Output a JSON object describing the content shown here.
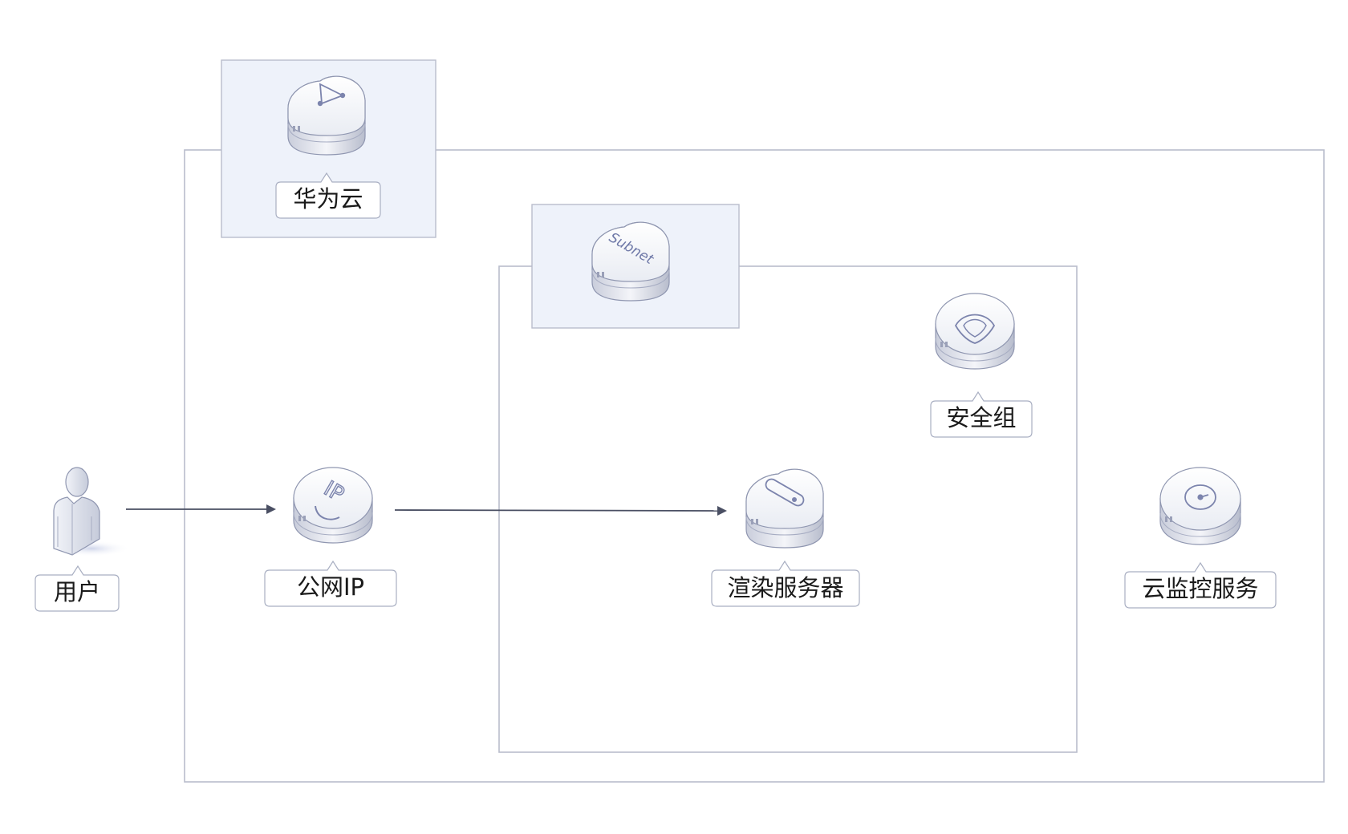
{
  "diagram": {
    "cloud_label": "华为云",
    "subnet_label": "Subnet",
    "nodes": {
      "user": "用户",
      "public_ip": "公网IP",
      "render_server": "渲染服务器",
      "security_group": "安全组",
      "cloud_monitor": "云监控服务"
    },
    "ip_glyph": "IP"
  },
  "colors": {
    "border": "#b9bdcc",
    "panel_fill": "#eef2fa",
    "arrow": "#4a4f63",
    "icon_body": "#e4e7ef",
    "icon_accent": "#7c84ad"
  }
}
